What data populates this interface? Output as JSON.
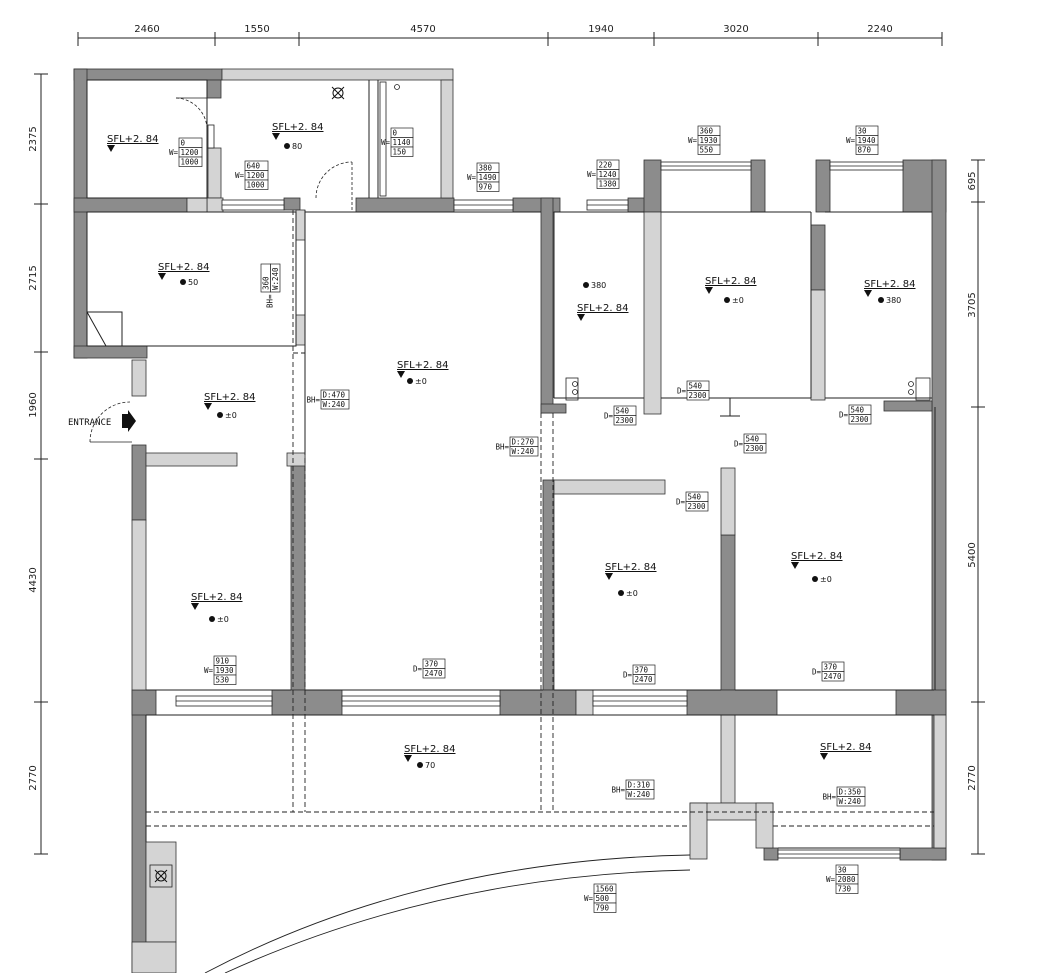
{
  "top_dims": [
    "2460",
    "1550",
    "4570",
    "1940",
    "3020",
    "2240"
  ],
  "left_dims": [
    "2375",
    "2715",
    "1960",
    "4430",
    "2770"
  ],
  "right_dims": [
    "695",
    "3705",
    "5400",
    "2770"
  ],
  "level_label": "SFL+2. 84",
  "entrance": "ENTRANCE",
  "outlets": [
    "80",
    "50",
    "380",
    "±0",
    "380",
    "±0",
    "±0",
    "±0",
    "±0",
    "±0",
    "70"
  ],
  "stacks": [
    {
      "prefix": "W=",
      "lines": [
        "0",
        "1200",
        "1000"
      ]
    },
    {
      "prefix": "W=",
      "lines": [
        "640",
        "1200",
        "1000"
      ]
    },
    {
      "prefix": "W=",
      "lines": [
        "0",
        "1140",
        "150"
      ]
    },
    {
      "prefix": "W=",
      "lines": [
        "380",
        "1490",
        "970"
      ]
    },
    {
      "prefix": "W=",
      "lines": [
        "220",
        "1240",
        "1380"
      ]
    },
    {
      "prefix": "W=",
      "lines": [
        "360",
        "1930",
        "550"
      ]
    },
    {
      "prefix": "W=",
      "lines": [
        "30",
        "1940",
        "870"
      ]
    },
    {
      "prefix": "BH=",
      "lines": [
        "360",
        "W:240"
      ]
    },
    {
      "prefix": "BH=",
      "lines": [
        "D:470",
        "W:240"
      ]
    },
    {
      "prefix": "BH=",
      "lines": [
        "D:270",
        "W:240"
      ]
    },
    {
      "prefix": "D=",
      "lines": [
        "540",
        "2300"
      ]
    },
    {
      "prefix": "D=",
      "lines": [
        "540",
        "2300"
      ]
    },
    {
      "prefix": "D=",
      "lines": [
        "540",
        "2300"
      ]
    },
    {
      "prefix": "D=",
      "lines": [
        "540",
        "2300"
      ]
    },
    {
      "prefix": "D=",
      "lines": [
        "540",
        "2300"
      ]
    },
    {
      "prefix": "W=",
      "lines": [
        "910",
        "1930",
        "530"
      ]
    },
    {
      "prefix": "D=",
      "lines": [
        "370",
        "2470"
      ]
    },
    {
      "prefix": "D=",
      "lines": [
        "370",
        "2470"
      ]
    },
    {
      "prefix": "D=",
      "lines": [
        "370",
        "2470"
      ]
    },
    {
      "prefix": "BH=",
      "lines": [
        "D:310",
        "W:240"
      ]
    },
    {
      "prefix": "BH=",
      "lines": [
        "D:350",
        "W:240"
      ]
    },
    {
      "prefix": "W=",
      "lines": [
        "30",
        "2080",
        "730"
      ]
    },
    {
      "prefix": "W=",
      "lines": [
        "1560",
        "500",
        "790"
      ]
    }
  ],
  "colors": {
    "wall": "#8c8c8c",
    "partition": "#d4d4d4",
    "line": "#222222",
    "background": "#ffffff"
  }
}
